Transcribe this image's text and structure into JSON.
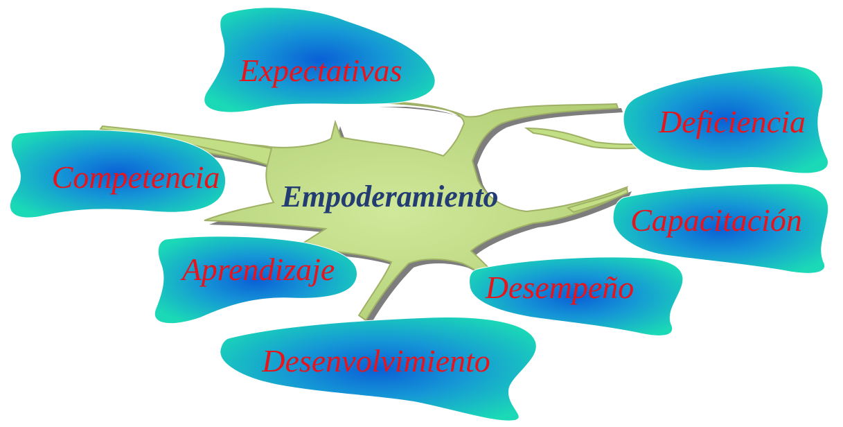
{
  "center": {
    "label": "Empoderamiento"
  },
  "nodes": [
    {
      "id": "expectativas",
      "label": "Expectativas"
    },
    {
      "id": "deficiencia",
      "label": "Deficiencia"
    },
    {
      "id": "competencia",
      "label": "Competencia"
    },
    {
      "id": "capacitacion",
      "label": "Capacitación"
    },
    {
      "id": "aprendizaje",
      "label": "Aprendizaje"
    },
    {
      "id": "desempeno",
      "label": "Desempeño"
    },
    {
      "id": "desenvolvimiento",
      "label": "Desenvolvimiento"
    }
  ],
  "colors": {
    "blob_outer": "#19d8b8",
    "blob_inner": "#0a64d8",
    "node_text": "#e8141c",
    "center_fill": "#c3df86",
    "center_edge": "#9aa95c",
    "center_shadow": "#7a7a7a",
    "center_text": "#233d73"
  }
}
